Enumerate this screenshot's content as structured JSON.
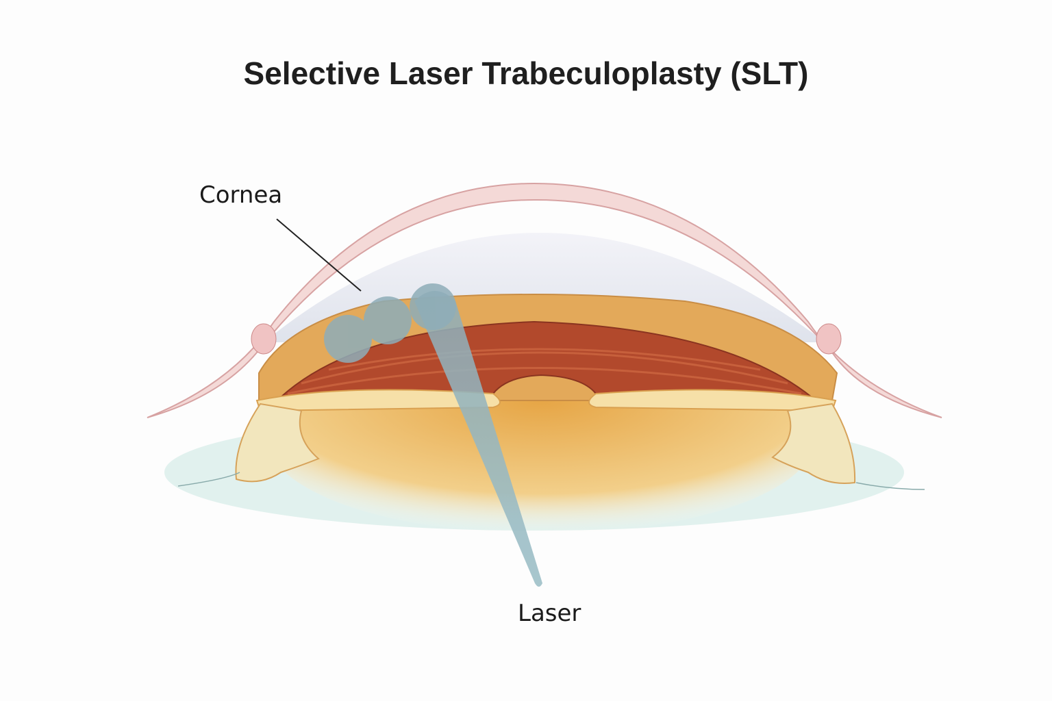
{
  "title": "Selective Laser Trabeculoplasty (SLT)",
  "labels": {
    "cornea": "Cornea",
    "laser": "Laser"
  },
  "colors": {
    "cornea": "#f3d3d3",
    "iris": "#b2492c",
    "stroma": "#e3a95a",
    "lens": "#eab255",
    "laser": "#8fb0bb",
    "fluid": "#a9d8d0"
  }
}
